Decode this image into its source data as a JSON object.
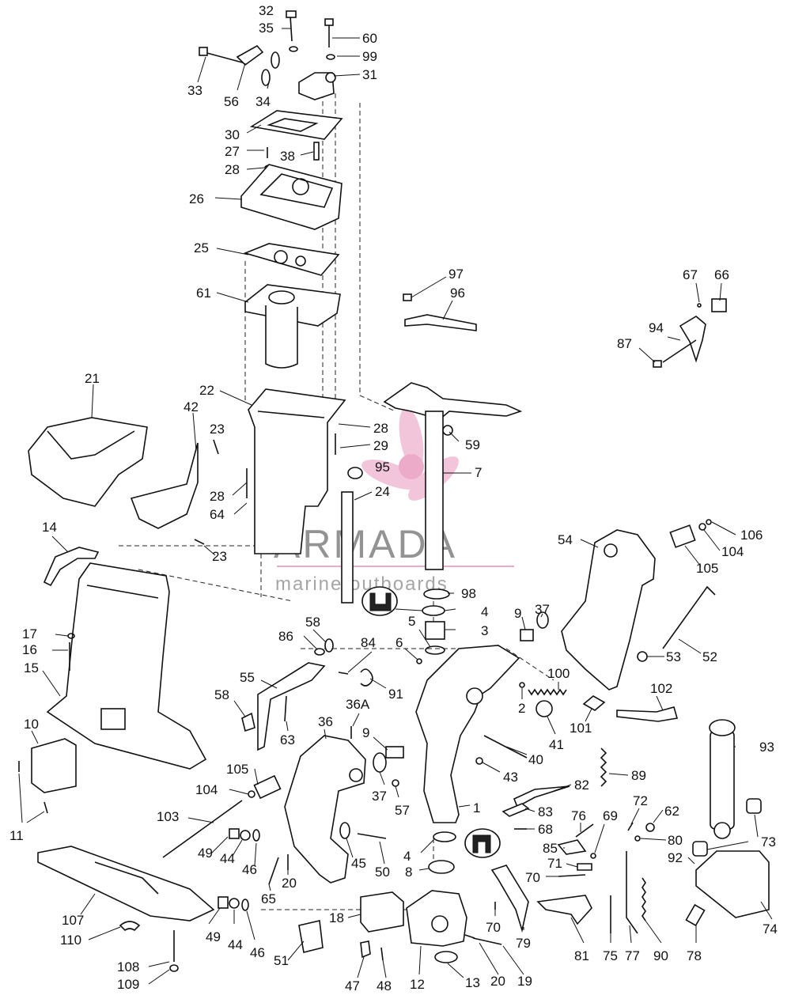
{
  "watermark": {
    "brand": "ARMADA",
    "tagline": "marine outboards",
    "accent_color": "#e58fb8",
    "text_color": "#6f6f6f"
  },
  "callouts": [
    {
      "id": "c32",
      "label": "32"
    },
    {
      "id": "c35",
      "label": "35"
    },
    {
      "id": "c60",
      "label": "60"
    },
    {
      "id": "c99",
      "label": "99"
    },
    {
      "id": "c31",
      "label": "31"
    },
    {
      "id": "c33",
      "label": "33"
    },
    {
      "id": "c56",
      "label": "56"
    },
    {
      "id": "c34",
      "label": "34"
    },
    {
      "id": "c30",
      "label": "30"
    },
    {
      "id": "c27",
      "label": "27"
    },
    {
      "id": "c38",
      "label": "38"
    },
    {
      "id": "c28a",
      "label": "28"
    },
    {
      "id": "c26",
      "label": "26"
    },
    {
      "id": "c25",
      "label": "25"
    },
    {
      "id": "c61",
      "label": "61"
    },
    {
      "id": "c97",
      "label": "97"
    },
    {
      "id": "c96",
      "label": "96"
    },
    {
      "id": "c67",
      "label": "67"
    },
    {
      "id": "c66",
      "label": "66"
    },
    {
      "id": "c94",
      "label": "94"
    },
    {
      "id": "c87",
      "label": "87"
    },
    {
      "id": "c21",
      "label": "21"
    },
    {
      "id": "c22",
      "label": "22"
    },
    {
      "id": "c42",
      "label": "42"
    },
    {
      "id": "c23a",
      "label": "23"
    },
    {
      "id": "c28b",
      "label": "28"
    },
    {
      "id": "c29",
      "label": "29"
    },
    {
      "id": "c59",
      "label": "59"
    },
    {
      "id": "c95",
      "label": "95"
    },
    {
      "id": "c7",
      "label": "7"
    },
    {
      "id": "c28c",
      "label": "28"
    },
    {
      "id": "c24",
      "label": "24"
    },
    {
      "id": "c64",
      "label": "64"
    },
    {
      "id": "c14",
      "label": "14"
    },
    {
      "id": "c23b",
      "label": "23"
    },
    {
      "id": "c54",
      "label": "54"
    },
    {
      "id": "c106",
      "label": "106"
    },
    {
      "id": "c104a",
      "label": "104"
    },
    {
      "id": "c105a",
      "label": "105"
    },
    {
      "id": "c52",
      "label": "52"
    },
    {
      "id": "c53",
      "label": "53"
    },
    {
      "id": "c98",
      "label": "98"
    },
    {
      "id": "c4a",
      "label": "4"
    },
    {
      "id": "c5",
      "label": "5"
    },
    {
      "id": "c3",
      "label": "3"
    },
    {
      "id": "c9a",
      "label": "9"
    },
    {
      "id": "c37a",
      "label": "37"
    },
    {
      "id": "c17",
      "label": "17"
    },
    {
      "id": "c16",
      "label": "16"
    },
    {
      "id": "c15",
      "label": "15"
    },
    {
      "id": "c86",
      "label": "86"
    },
    {
      "id": "c58a",
      "label": "58"
    },
    {
      "id": "c84",
      "label": "84"
    },
    {
      "id": "c6",
      "label": "6"
    },
    {
      "id": "c91",
      "label": "91"
    },
    {
      "id": "c55",
      "label": "55"
    },
    {
      "id": "c100",
      "label": "100"
    },
    {
      "id": "c2",
      "label": "2"
    },
    {
      "id": "c102",
      "label": "102"
    },
    {
      "id": "c58b",
      "label": "58"
    },
    {
      "id": "c36A",
      "label": "36A"
    },
    {
      "id": "c63",
      "label": "63"
    },
    {
      "id": "c36",
      "label": "36"
    },
    {
      "id": "c10",
      "label": "10"
    },
    {
      "id": "c9b",
      "label": "9"
    },
    {
      "id": "c41",
      "label": "41"
    },
    {
      "id": "c101",
      "label": "101"
    },
    {
      "id": "c40",
      "label": "40"
    },
    {
      "id": "c43",
      "label": "43"
    },
    {
      "id": "c93",
      "label": "93"
    },
    {
      "id": "c89",
      "label": "89"
    },
    {
      "id": "c105b",
      "label": "105"
    },
    {
      "id": "c104b",
      "label": "104"
    },
    {
      "id": "c37b",
      "label": "37"
    },
    {
      "id": "c57",
      "label": "57"
    },
    {
      "id": "c82",
      "label": "82"
    },
    {
      "id": "c11",
      "label": "11"
    },
    {
      "id": "c103",
      "label": "103"
    },
    {
      "id": "c1",
      "label": "1"
    },
    {
      "id": "c83",
      "label": "83"
    },
    {
      "id": "c72",
      "label": "72"
    },
    {
      "id": "c62",
      "label": "62"
    },
    {
      "id": "c76",
      "label": "76"
    },
    {
      "id": "c68",
      "label": "68"
    },
    {
      "id": "c69",
      "label": "69"
    },
    {
      "id": "c49a",
      "label": "49"
    },
    {
      "id": "c44a",
      "label": "44"
    },
    {
      "id": "c46a",
      "label": "46"
    },
    {
      "id": "c45",
      "label": "45"
    },
    {
      "id": "c50",
      "label": "50"
    },
    {
      "id": "c4b",
      "label": "4"
    },
    {
      "id": "c80",
      "label": "80"
    },
    {
      "id": "c73",
      "label": "73"
    },
    {
      "id": "c85",
      "label": "85"
    },
    {
      "id": "c71",
      "label": "71"
    },
    {
      "id": "c92",
      "label": "92"
    },
    {
      "id": "c70a",
      "label": "70"
    },
    {
      "id": "c65",
      "label": "65"
    },
    {
      "id": "c20a",
      "label": "20"
    },
    {
      "id": "c8",
      "label": "8"
    },
    {
      "id": "c107",
      "label": "107"
    },
    {
      "id": "c18",
      "label": "18"
    },
    {
      "id": "c110",
      "label": "110"
    },
    {
      "id": "c49b",
      "label": "49"
    },
    {
      "id": "c44b",
      "label": "44"
    },
    {
      "id": "c46b",
      "label": "46"
    },
    {
      "id": "c70b",
      "label": "70"
    },
    {
      "id": "c79",
      "label": "79"
    },
    {
      "id": "c81",
      "label": "81"
    },
    {
      "id": "c75",
      "label": "75"
    },
    {
      "id": "c77",
      "label": "77"
    },
    {
      "id": "c90",
      "label": "90"
    },
    {
      "id": "c78",
      "label": "78"
    },
    {
      "id": "c74",
      "label": "74"
    },
    {
      "id": "c51",
      "label": "51"
    },
    {
      "id": "c108",
      "label": "108"
    },
    {
      "id": "c109",
      "label": "109"
    },
    {
      "id": "c47",
      "label": "47"
    },
    {
      "id": "c48",
      "label": "48"
    },
    {
      "id": "c12",
      "label": "12"
    },
    {
      "id": "c13",
      "label": "13"
    },
    {
      "id": "c20b",
      "label": "20"
    },
    {
      "id": "c19",
      "label": "19"
    }
  ]
}
